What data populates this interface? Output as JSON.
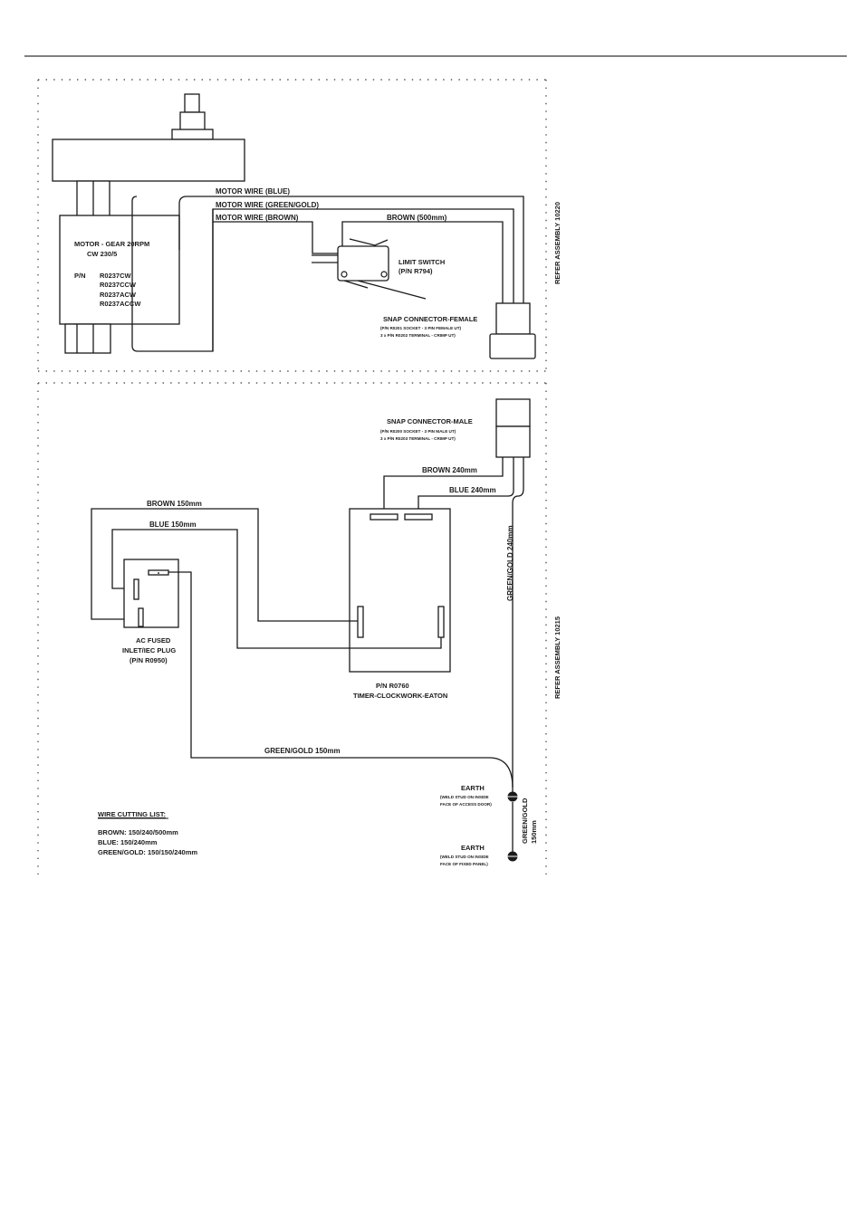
{
  "top_panel": {
    "reference": "REFER ASSEMBLY 10220",
    "motor": {
      "title": "MOTOR - GEAR 20RPM",
      "spec": "CW 230/5",
      "pn_label": "P/N",
      "pn_1": "R0237CW",
      "pn_2": "R0237CCW",
      "pn_3": "R0237ACW",
      "pn_4": "R0237ACCW"
    },
    "wire_blue": "MOTOR WIRE (BLUE)",
    "wire_green_gold": "MOTOR WIRE (GREEN/GOLD)",
    "wire_brown": "MOTOR WIRE (BROWN)",
    "brown_500": "BROWN (500mm)",
    "limit_switch": "LIMIT SWITCH",
    "limit_switch_pn": "(P/N R794)",
    "snap_female": "SNAP CONNECTOR-FEMALE",
    "snap_female_line1": "(P/N R0201 SOCKET - 3 PIN FEMALE UT)",
    "snap_female_line2": "3 x P/N R0202 TERMINAL - CRIMP UT)"
  },
  "bottom_panel": {
    "reference": "REFER ASSEMBLY 10215",
    "snap_male": "SNAP CONNECTOR-MALE",
    "snap_male_line1": "(P/N R0200 SOCKET - 3 PIN MALE UT)",
    "snap_male_line2": "3 x P/N R0203 TERMINAL - CRIMP UT)",
    "brown_240": "BROWN 240mm",
    "blue_240": "BLUE 240mm",
    "green_gold_240": "GREEN/GOLD 240mm",
    "brown_150": "BROWN 150mm",
    "blue_150": "BLUE 150mm",
    "plug_1": "AC FUSED",
    "plug_2": "INLET/IEC PLUG",
    "plug_3": "(P/N R0950)",
    "timer_1": "P/N R0760",
    "timer_2": "TIMER-CLOCKWORK-EATON",
    "green_gold_150": "GREEN/GOLD 150mm",
    "earth_1": "EARTH",
    "earth_1_a": "(WELD STUD ON INSIDE",
    "earth_1_b": "FACE OF ACCESS DOOR)",
    "gg_150_1": "GREEN/GOLD",
    "gg_150_2": "150mm",
    "earth_2": "EARTH",
    "earth_2_a": "(WELD STUD ON INSIDE",
    "earth_2_b": "FACE OF FIXED PANEL)",
    "cut_title": "WIRE CUTTING LIST:",
    "cut_brown": "BROWN: 150/240/500mm",
    "cut_blue": "BLUE: 150/240mm",
    "cut_green": "GREEN/GOLD: 150/150/240mm"
  }
}
